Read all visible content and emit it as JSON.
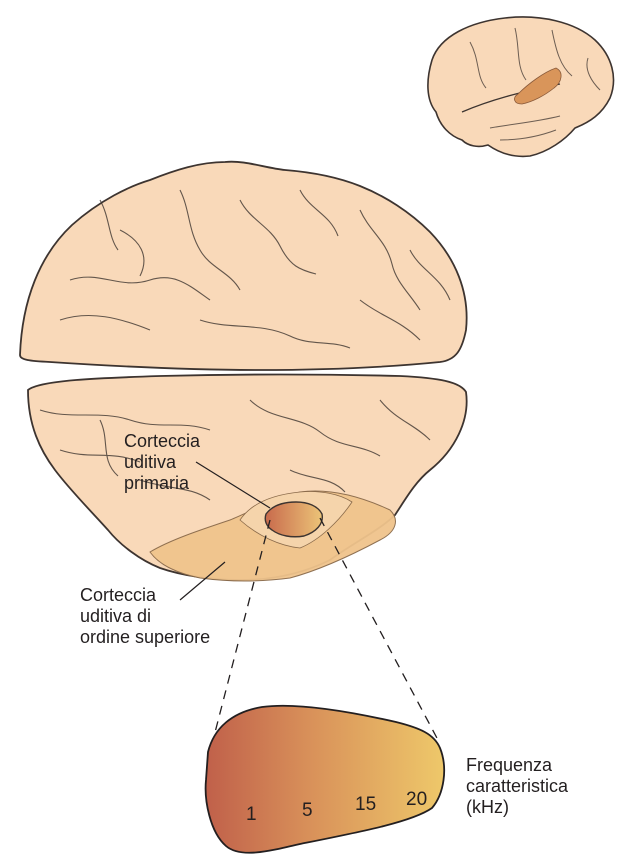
{
  "labels": {
    "primary_cortex": [
      "Corteccia",
      "uditiva",
      "primaria"
    ],
    "higher_cortex": [
      "Corteccia",
      "uditiva di",
      "ordine superiore"
    ],
    "frequency": [
      "Frequenza",
      "caratteristica",
      "(kHz)"
    ]
  },
  "tonotopic_scale": {
    "ticks": [
      "1",
      "5",
      "15",
      "20"
    ],
    "gradient_colors": [
      "#c0604a",
      "#d9925a",
      "#eec86a"
    ]
  },
  "colors": {
    "brain_fill": "#f9d9b9",
    "brain_outline": "#3d3430",
    "primary_area": "#d98e55",
    "higher_area": "#f0c48c"
  }
}
